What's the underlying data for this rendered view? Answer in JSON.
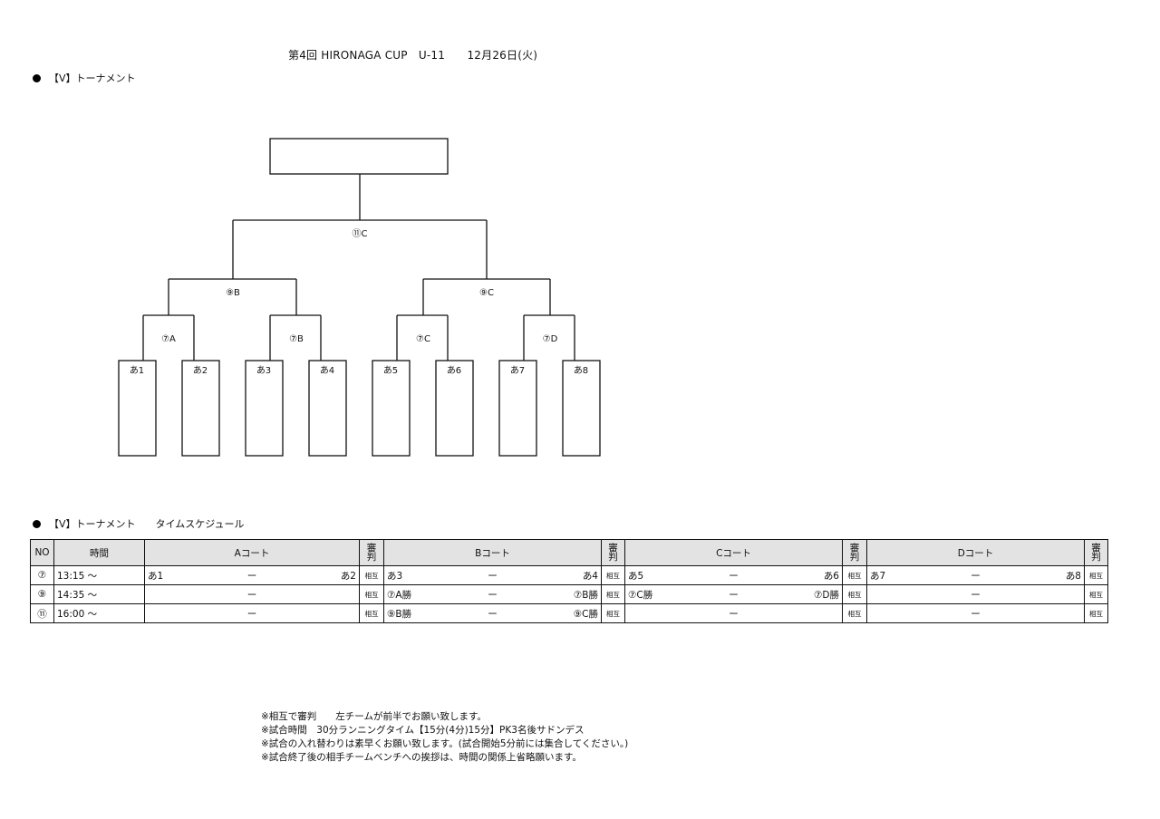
{
  "title": "第4回 HIRONAGA CUP　U-11　　12月26日(火)",
  "section_tournament": "【V】トーナメント",
  "section_schedule": "【V】トーナメント　　タイムスケジュール",
  "bracket": {
    "final_label": "⑪C",
    "semi_labels": [
      "⑨B",
      "⑨C"
    ],
    "quarter_labels": [
      "⑦A",
      "⑦B",
      "⑦C",
      "⑦D"
    ],
    "teams": [
      "あ1",
      "あ2",
      "あ3",
      "あ4",
      "あ5",
      "あ6",
      "あ7",
      "あ8"
    ]
  },
  "schedule": {
    "headers": {
      "no": "NO",
      "time": "時間",
      "courts": [
        "Aコート",
        "Bコート",
        "Cコート",
        "Dコート"
      ],
      "referee_top": "審",
      "referee_bottom": "判"
    },
    "dash": "ー",
    "rows": [
      {
        "no": "⑦",
        "time": "13:15 ～",
        "matches": [
          {
            "home": "あ1",
            "away": "あ2",
            "ref": "相互"
          },
          {
            "home": "あ3",
            "away": "あ4",
            "ref": "相互"
          },
          {
            "home": "あ5",
            "away": "あ6",
            "ref": "相互"
          },
          {
            "home": "あ7",
            "away": "あ8",
            "ref": "相互"
          }
        ]
      },
      {
        "no": "⑨",
        "time": "14:35 ～",
        "matches": [
          {
            "home": "",
            "away": "",
            "ref": "相互"
          },
          {
            "home": "⑦A勝",
            "away": "⑦B勝",
            "ref": "相互"
          },
          {
            "home": "⑦C勝",
            "away": "⑦D勝",
            "ref": "相互"
          },
          {
            "home": "",
            "away": "",
            "ref": "相互"
          }
        ]
      },
      {
        "no": "⑪",
        "time": "16:00 ～",
        "matches": [
          {
            "home": "",
            "away": "",
            "ref": "相互"
          },
          {
            "home": "⑨B勝",
            "away": "⑨C勝",
            "ref": "相互"
          },
          {
            "home": "",
            "away": "",
            "ref": "相互"
          },
          {
            "home": "",
            "away": "",
            "ref": "相互"
          }
        ]
      }
    ]
  },
  "notes": [
    "※相互で審判　　左チームが前半でお願い致します。",
    "※試合時間　30分ランニングタイム【15分(4分)15分】PK3名後サドンデス",
    "※試合の入れ替わりは素早くお願い致します。(試合開始5分前には集合してください。)",
    "※試合終了後の相手チームベンチへの挨拶は、時間の関係上省略願います。"
  ]
}
